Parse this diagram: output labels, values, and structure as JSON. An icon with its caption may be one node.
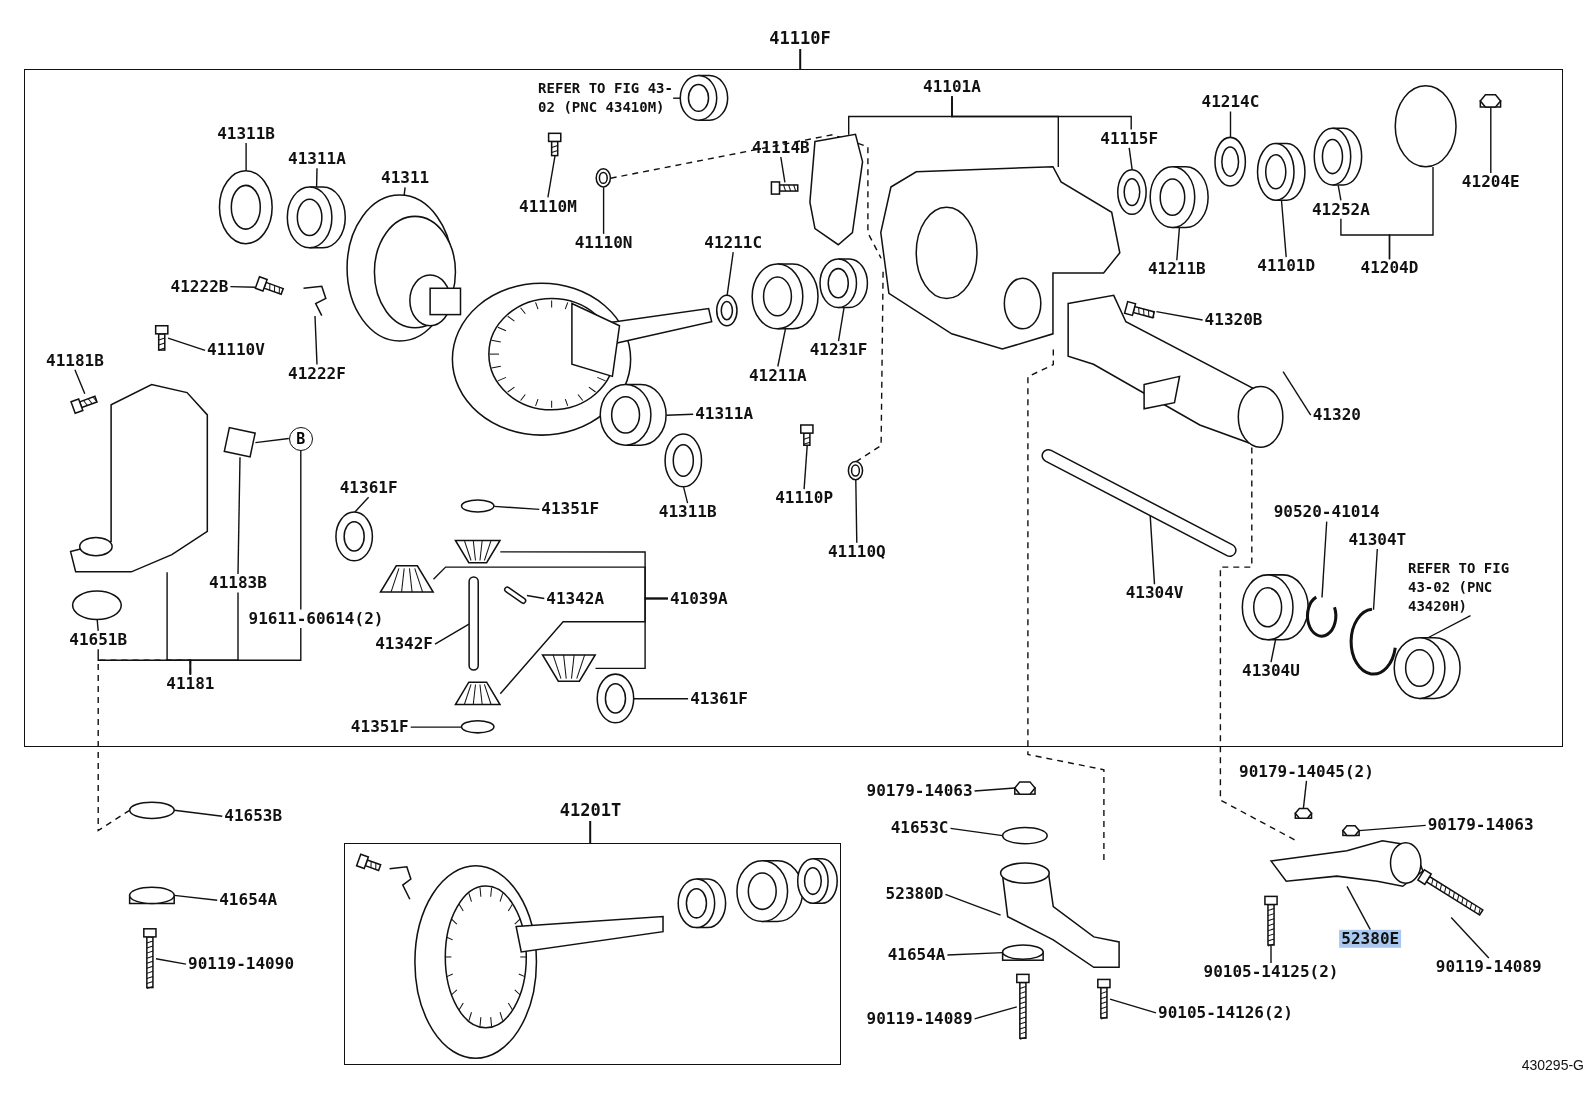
{
  "diagram": {
    "nodes": [
      {
        "text": [
          "41110F"
        ]
      },
      {
        "text": [
          "REFER TO FIG 43-02 (PNC 43410M)"
        ],
        "in": 0
      },
      {
        "text": [
          "41311B"
        ],
        "in": 0
      },
      {
        "text": [
          "41311A"
        ],
        "in": 0
      },
      {
        "text": [
          "41311"
        ],
        "in": 0
      },
      {
        "text": [
          "41110M"
        ],
        "in": 0
      },
      {
        "text": [
          "41110N"
        ],
        "in": 0
      },
      {
        "text": [
          "41114B"
        ],
        "in": 0
      },
      {
        "text": [
          "41101A"
        ],
        "in": 0
      },
      {
        "text": [
          "41115F"
        ],
        "in": 0
      },
      {
        "text": [
          "41214C"
        ],
        "in": 0
      },
      {
        "text": [
          "41204E"
        ],
        "in": 0
      },
      {
        "text": [
          "41252A"
        ],
        "in": 0
      },
      {
        "text": [
          "41204D"
        ],
        "in": 0
      },
      {
        "text": [
          "41101D"
        ],
        "in": 0
      },
      {
        "text": [
          "41211B"
        ],
        "in": 0
      },
      {
        "text": [
          "41211C"
        ],
        "in": 0
      },
      {
        "text": [
          "41222B"
        ],
        "in": 0
      },
      {
        "text": [
          "41222F"
        ],
        "in": 0
      },
      {
        "text": [
          "41110V"
        ],
        "in": 0
      },
      {
        "text": [
          "41181B"
        ],
        "in": 0
      },
      {
        "text": [
          "41211A"
        ],
        "in": 0
      },
      {
        "text": [
          "41231F"
        ],
        "in": 0
      },
      {
        "text": [
          "41320B"
        ],
        "in": 0
      },
      {
        "text": [
          "41320"
        ],
        "in": 0
      },
      {
        "text": [
          "41311A"
        ],
        "in": 0
      },
      {
        "text": [
          "41311B"
        ],
        "in": 0
      },
      {
        "text": [
          "B"
        ],
        "in": 0
      },
      {
        "text": [
          "41110P"
        ],
        "in": 0
      },
      {
        "text": [
          "41110Q"
        ],
        "in": 0
      },
      {
        "text": [
          "41361F"
        ],
        "in": 0
      },
      {
        "text": [
          "41351F"
        ],
        "in": 0
      },
      {
        "text": [
          "41183B"
        ],
        "in": 0
      },
      {
        "text": [
          "91611-60614(2)"
        ],
        "in": 0
      },
      {
        "text": [
          "41342A"
        ],
        "in": 0
      },
      {
        "text": [
          "41039A"
        ],
        "in": 0
      },
      {
        "text": [
          "41342F"
        ],
        "in": 0
      },
      {
        "text": [
          "41651B"
        ],
        "in": 0
      },
      {
        "text": [
          "41181"
        ],
        "in": 0
      },
      {
        "text": [
          "41361F"
        ],
        "in": 0
      },
      {
        "text": [
          "41351F"
        ],
        "in": 0
      },
      {
        "text": [
          "41304V"
        ],
        "in": 0
      },
      {
        "text": [
          "90520-41014"
        ],
        "in": 0
      },
      {
        "text": [
          "41304T"
        ],
        "in": 0
      },
      {
        "text": [
          "REFER TO FIG 43-02 (PNC 43420H)"
        ],
        "in": 0
      },
      {
        "text": [
          "41304U"
        ],
        "in": 0
      },
      {
        "text": [
          "41653B"
        ]
      },
      {
        "text": [
          "41654A"
        ]
      },
      {
        "text": [
          "90119-14090"
        ]
      },
      {
        "text": [
          "41201T"
        ]
      },
      {
        "text": [
          "90179-14063"
        ]
      },
      {
        "text": [
          "41653C"
        ]
      },
      {
        "text": [
          "52380D"
        ]
      },
      {
        "text": [
          "41654A"
        ]
      },
      {
        "text": [
          "90119-14089"
        ]
      },
      {
        "text": [
          "90105-14126(2)"
        ]
      },
      {
        "text": [
          "90179-14045(2)"
        ]
      },
      {
        "text": [
          "90179-14063"
        ]
      },
      {
        "text": [
          "52380E"
        ]
      },
      {
        "text": [
          "90105-14125(2)"
        ]
      },
      {
        "text": [
          "90119-14089"
        ]
      },
      {
        "text": [],
        "shape": "picture",
        "in": 0
      },
      {
        "text": [],
        "shape": "picture",
        "in": 0
      },
      {
        "text": [],
        "shape": "picture",
        "in": 0
      },
      {
        "text": [],
        "shape": "picture",
        "in": 0
      },
      {
        "text": [],
        "shape": "picture",
        "in": 0
      },
      {
        "text": [],
        "shape": "picture",
        "in": 0
      },
      {
        "text": [],
        "shape": "picture",
        "in": 0
      },
      {
        "text": [],
        "shape": "picture",
        "in": 0
      },
      {
        "text": [],
        "shape": "picture",
        "in": 0
      },
      {
        "text": [],
        "shape": "picture",
        "in": 0
      },
      {
        "text": [],
        "shape": "picture",
        "in": 0
      },
      {
        "text": [],
        "shape": "picture",
        "in": 0
      },
      {
        "text": [],
        "shape": "picture",
        "in": 0
      },
      {
        "text": [],
        "shape": "picture",
        "in": 0
      },
      {
        "text": [],
        "shape": "picture",
        "in": 0
      },
      {
        "text": [],
        "shape": "picture",
        "in": 0
      },
      {
        "text": [],
        "shape": "picture",
        "in": 0
      },
      {
        "text": [],
        "shape": "picture",
        "in": 0
      },
      {
        "text": [],
        "shape": "picture",
        "in": 0
      },
      {
        "text": [],
        "shape": "picture",
        "in": 0
      },
      {
        "text": [],
        "shape": "picture",
        "in": 0
      },
      {
        "text": [],
        "shape": "picture",
        "in": 0
      },
      {
        "text": [],
        "shape": "picture",
        "in": 0
      },
      {
        "text": [],
        "shape": "picture",
        "in": 0
      },
      {
        "text": [],
        "shape": "circle",
        "in": 0
      },
      {
        "text": [],
        "shape": "picture",
        "in": 0
      },
      {
        "text": [],
        "shape": "picture",
        "in": 0
      },
      {
        "text": [],
        "shape": "picture",
        "in": 0
      },
      {
        "text": [],
        "shape": "picture",
        "in": 0
      },
      {
        "text": [],
        "shape": "picture",
        "in": 0
      },
      {
        "text": [],
        "shape": "picture",
        "in": 0
      },
      {
        "text": [],
        "shape": "box",
        "in": 0
      },
      {
        "text": [],
        "shape": "circle",
        "in": 0
      },
      {
        "text": [],
        "shape": "picture",
        "in": 0
      },
      {
        "text": [],
        "shape": "picture",
        "in": 0
      },
      {
        "text": [],
        "shape": "circle",
        "in": 0
      },
      {
        "text": [],
        "shape": "picture",
        "in": 0
      },
      {
        "text": [],
        "shape": "bar",
        "in": 0
      },
      {
        "text": [],
        "shape": "bar",
        "in": 0
      },
      {
        "text": [],
        "shape": "picture",
        "in": 0
      },
      {
        "text": [],
        "shape": "circle",
        "in": 0
      },
      {
        "text": [],
        "shape": "picture",
        "in": 0
      },
      {
        "text": [],
        "shape": "picture",
        "in": 0
      },
      {
        "text": [],
        "shape": "bar",
        "in": 0
      },
      {
        "text": [],
        "shape": "picture",
        "in": 0
      },
      {
        "text": [],
        "shape": "picture",
        "in": 0
      },
      {
        "text": [],
        "shape": "picture",
        "in": 0
      },
      {
        "text": [],
        "shape": "picture",
        "in": 0
      },
      {
        "text": [],
        "shape": "circle"
      },
      {
        "text": [],
        "shape": "picture"
      },
      {
        "text": [],
        "shape": "picture"
      },
      {
        "text": [],
        "shape": "picture",
        "in": 49
      },
      {
        "text": [],
        "shape": "picture",
        "in": 49
      },
      {
        "text": [],
        "shape": "picture",
        "in": 49
      },
      {
        "text": [],
        "shape": "picture",
        "in": 49
      },
      {
        "text": [],
        "shape": "picture",
        "in": 49
      },
      {
        "text": [],
        "shape": "picture",
        "in": 49
      },
      {
        "text": [],
        "shape": "picture"
      },
      {
        "text": [],
        "shape": "circle"
      },
      {
        "text": [],
        "shape": "picture"
      },
      {
        "text": [],
        "shape": "picture"
      },
      {
        "text": [],
        "shape": "picture"
      },
      {
        "text": [],
        "shape": "picture"
      },
      {
        "text": [],
        "shape": "picture"
      },
      {
        "text": [],
        "shape": "picture"
      },
      {
        "text": [],
        "shape": "picture"
      },
      {
        "text": [],
        "shape": "picture"
      },
      {
        "text": [],
        "shape": "picture"
      }
    ],
    "edges": [
      {
        "from": 1,
        "to": 61,
        "arrow": "none"
      },
      {
        "from": 2,
        "to": 62,
        "arrow": "none"
      },
      {
        "from": 3,
        "to": 63,
        "arrow": "none"
      },
      {
        "from": 4,
        "to": 64,
        "arrow": "none"
      },
      {
        "from": 5,
        "to": 70,
        "arrow": "none"
      },
      {
        "from": 6,
        "to": 71,
        "arrow": "none"
      },
      {
        "from": 7,
        "to": 77,
        "arrow": "none"
      },
      {
        "from": 8,
        "to": 78,
        "arrow": "none"
      },
      {
        "from": 8,
        "to": 79,
        "arrow": "none"
      },
      {
        "from": 8,
        "to": 9,
        "arrow": "none"
      },
      {
        "from": 9,
        "to": 80,
        "arrow": "none"
      },
      {
        "from": 10,
        "to": 82,
        "arrow": "none"
      },
      {
        "from": 11,
        "to": 86,
        "arrow": "none"
      },
      {
        "from": 12,
        "to": 84,
        "arrow": "none"
      },
      {
        "from": 13,
        "to": 12,
        "arrow": "none"
      },
      {
        "from": 13,
        "to": 85,
        "arrow": "none"
      },
      {
        "from": 14,
        "to": 83,
        "arrow": "none"
      },
      {
        "from": 15,
        "to": 81,
        "arrow": "none"
      },
      {
        "from": 16,
        "to": 72,
        "arrow": "none"
      },
      {
        "from": 17,
        "to": 65,
        "arrow": "none"
      },
      {
        "from": 18,
        "to": 66,
        "arrow": "none"
      },
      {
        "from": 19,
        "to": 67,
        "arrow": "none"
      },
      {
        "from": 20,
        "to": 68,
        "arrow": "none"
      },
      {
        "from": 21,
        "to": 73,
        "arrow": "none"
      },
      {
        "from": 22,
        "to": 74,
        "arrow": "none"
      },
      {
        "from": 23,
        "to": 87,
        "arrow": "none"
      },
      {
        "from": 24,
        "to": 88,
        "arrow": "none"
      },
      {
        "from": 25,
        "to": 75,
        "arrow": "none"
      },
      {
        "from": 26,
        "to": 76,
        "arrow": "none"
      },
      {
        "from": 27,
        "to": 92,
        "arrow": "none"
      },
      {
        "from": 28,
        "to": 89,
        "arrow": "none"
      },
      {
        "from": 29,
        "to": 90,
        "arrow": "none"
      },
      {
        "from": 30,
        "to": 94,
        "arrow": "none"
      },
      {
        "from": 31,
        "to": 96,
        "arrow": "none"
      },
      {
        "from": 35,
        "to": 97,
        "arrow": "none"
      },
      {
        "from": 35,
        "to": 95,
        "arrow": "none"
      },
      {
        "from": 35,
        "to": 102,
        "arrow": "none"
      },
      {
        "from": 35,
        "to": 100,
        "arrow": "none"
      },
      {
        "from": 34,
        "to": 99,
        "arrow": "none"
      },
      {
        "from": 36,
        "to": 98,
        "arrow": "none"
      },
      {
        "from": 37,
        "to": 93,
        "arrow": "none"
      },
      {
        "from": 39,
        "to": 103,
        "arrow": "none"
      },
      {
        "from": 40,
        "to": 101,
        "arrow": "none"
      },
      {
        "from": 38,
        "to": 37,
        "arrow": "none"
      },
      {
        "from": 38,
        "to": 91,
        "arrow": "none"
      },
      {
        "from": 38,
        "to": 32,
        "arrow": "none"
      },
      {
        "from": 38,
        "to": 33,
        "arrow": "none"
      },
      {
        "from": 33,
        "to": 27,
        "arrow": "none"
      },
      {
        "from": 32,
        "to": 92,
        "arrow": "none"
      },
      {
        "from": 41,
        "to": 104,
        "arrow": "none"
      },
      {
        "from": 42,
        "to": 106,
        "arrow": "none"
      },
      {
        "from": 43,
        "to": 107,
        "arrow": "none"
      },
      {
        "from": 44,
        "to": 108,
        "arrow": "none"
      },
      {
        "from": 45,
        "to": 105,
        "arrow": "none"
      },
      {
        "from": 46,
        "to": 109,
        "arrow": "none"
      },
      {
        "from": 47,
        "to": 110,
        "arrow": "none"
      },
      {
        "from": 48,
        "to": 111,
        "arrow": "none"
      },
      {
        "from": 50,
        "to": 118,
        "arrow": "none"
      },
      {
        "from": 51,
        "to": 119,
        "arrow": "none"
      },
      {
        "from": 52,
        "to": 120,
        "arrow": "none"
      },
      {
        "from": 53,
        "to": 121,
        "arrow": "none"
      },
      {
        "from": 54,
        "to": 122,
        "arrow": "none"
      },
      {
        "from": 55,
        "to": 123,
        "arrow": "none"
      },
      {
        "from": 56,
        "to": 124,
        "arrow": "none"
      },
      {
        "from": 57,
        "to": 125,
        "arrow": "none"
      },
      {
        "from": 58,
        "to": 126,
        "arrow": "none"
      },
      {
        "from": 59,
        "to": 127,
        "arrow": "none"
      },
      {
        "from": 60,
        "to": 128,
        "arrow": "none"
      },
      {
        "from": 71,
        "to": 79,
        "arrow": "none",
        "style": "dashed"
      },
      {
        "from": 90,
        "to": 79,
        "arrow": "none",
        "style": "dashed"
      },
      {
        "from": 79,
        "to": 120,
        "arrow": "none",
        "style": "dashed"
      },
      {
        "from": 88,
        "to": 126,
        "arrow": "none",
        "style": "dashed"
      },
      {
        "from": 38,
        "to": 109,
        "arrow": "none",
        "style": "dashed"
      }
    ],
    "labels": [
      "430295-G"
    ]
  }
}
